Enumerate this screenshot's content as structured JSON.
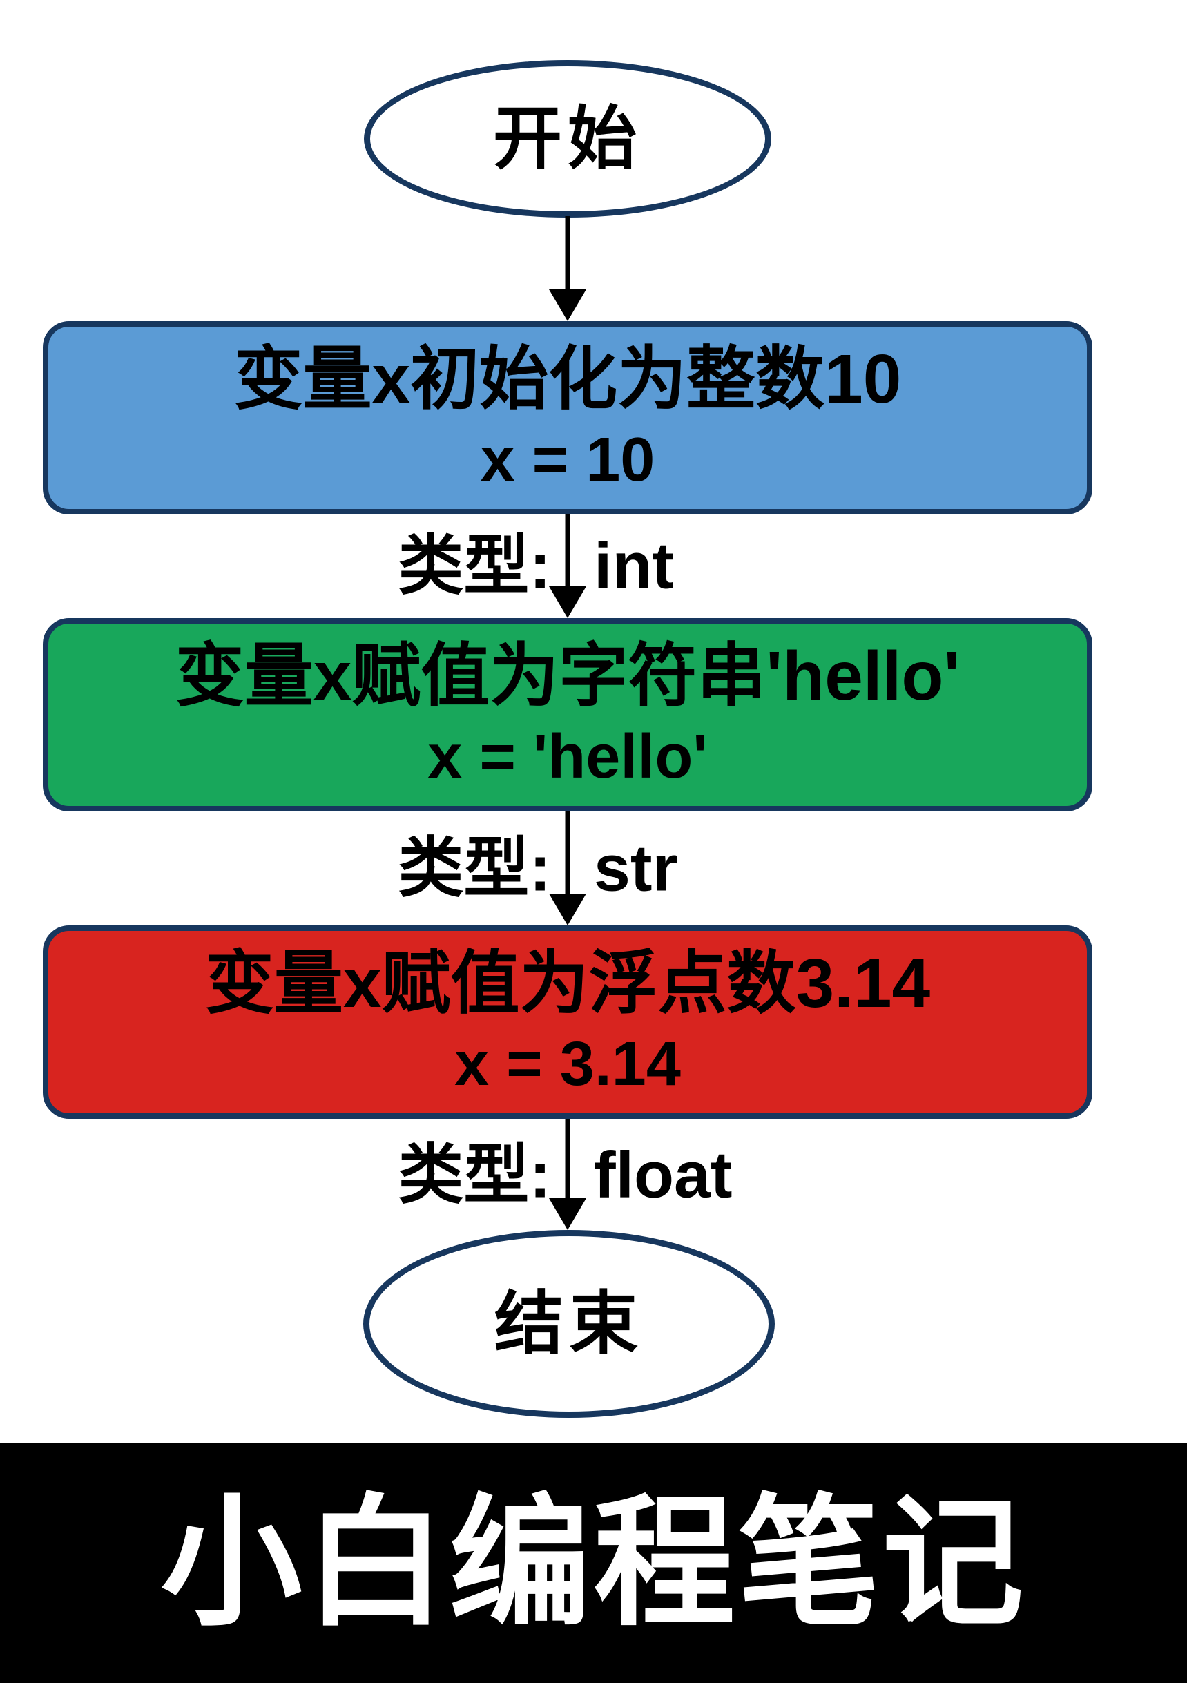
{
  "flowchart": {
    "start_label": "开始",
    "end_label": "结束",
    "steps": [
      {
        "line1": "变量x初始化为整数10",
        "line2": "x = 10",
        "type_label": "类型:",
        "type_value": "int",
        "fill": "#5b9bd5"
      },
      {
        "line1": "变量x赋值为字符串'hello'",
        "line2": "x = 'hello'",
        "type_label": "类型:",
        "type_value": "str",
        "fill": "#18a75b"
      },
      {
        "line1": "变量x赋值为浮点数3.14",
        "line2": "x = 3.14",
        "type_label": "类型:",
        "type_value": "float",
        "fill": "#d8241f"
      }
    ]
  },
  "footer": {
    "title": "小白编程笔记",
    "background": "#000000",
    "text_color": "#ffffff"
  },
  "colors": {
    "outline": "#17375e",
    "arrow": "#000000",
    "canvas": "#ffffff"
  }
}
